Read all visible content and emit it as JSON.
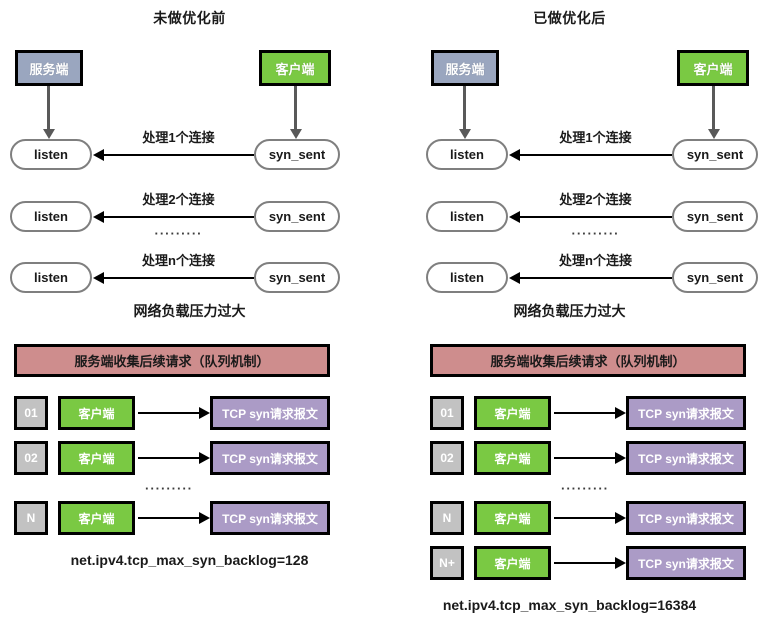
{
  "panels": [
    {
      "id": "before",
      "title": "未做优化前",
      "server_label": "服务端",
      "client_label": "客户端",
      "flows": [
        {
          "left_state": "listen",
          "right_state": "syn_sent",
          "label": "处理1个连接"
        },
        {
          "left_state": "listen",
          "right_state": "syn_sent",
          "label": "处理2个连接"
        },
        {
          "left_state": "listen",
          "right_state": "syn_sent",
          "label": "处理n个连接"
        }
      ],
      "flow_ellipsis": "·········",
      "flow_caption": "网络负载压力过大",
      "queue_header": "服务端收集后续请求（队列机制）",
      "queue_rows": [
        {
          "index": "01",
          "client": "客户端",
          "packet": "TCP syn请求报文"
        },
        {
          "index": "02",
          "client": "客户端",
          "packet": "TCP syn请求报文"
        },
        {
          "index": "N",
          "client": "客户端",
          "packet": "TCP syn请求报文"
        }
      ],
      "queue_ellipsis": "·········",
      "sysctl": "net.ipv4.tcp_max_syn_backlog=128"
    },
    {
      "id": "after",
      "title": "已做优化后",
      "server_label": "服务端",
      "client_label": "客户端",
      "flows": [
        {
          "left_state": "listen",
          "right_state": "syn_sent",
          "label": "处理1个连接"
        },
        {
          "left_state": "listen",
          "right_state": "syn_sent",
          "label": "处理2个连接"
        },
        {
          "left_state": "listen",
          "right_state": "syn_sent",
          "label": "处理n个连接"
        }
      ],
      "flow_ellipsis": "·········",
      "flow_caption": "网络负载压力过大",
      "queue_header": "服务端收集后续请求（队列机制）",
      "queue_rows": [
        {
          "index": "01",
          "client": "客户端",
          "packet": "TCP syn请求报文"
        },
        {
          "index": "02",
          "client": "客户端",
          "packet": "TCP syn请求报文"
        },
        {
          "index": "N",
          "client": "客户端",
          "packet": "TCP syn请求报文"
        },
        {
          "index": "N+",
          "client": "客户端",
          "packet": "TCP syn请求报文"
        }
      ],
      "queue_ellipsis": "·········",
      "sysctl": "net.ipv4.tcp_max_syn_backlog=16384"
    }
  ],
  "colors": {
    "server_box": "#9aa6bf",
    "client_box": "#7ac943",
    "queue_header": "#ce8d8d",
    "index_box": "#c2c2c2",
    "tcp_box": "#ab9bc6",
    "outline": "#000000",
    "pill_outline": "#7f7f7f",
    "arrow": "#595959"
  }
}
